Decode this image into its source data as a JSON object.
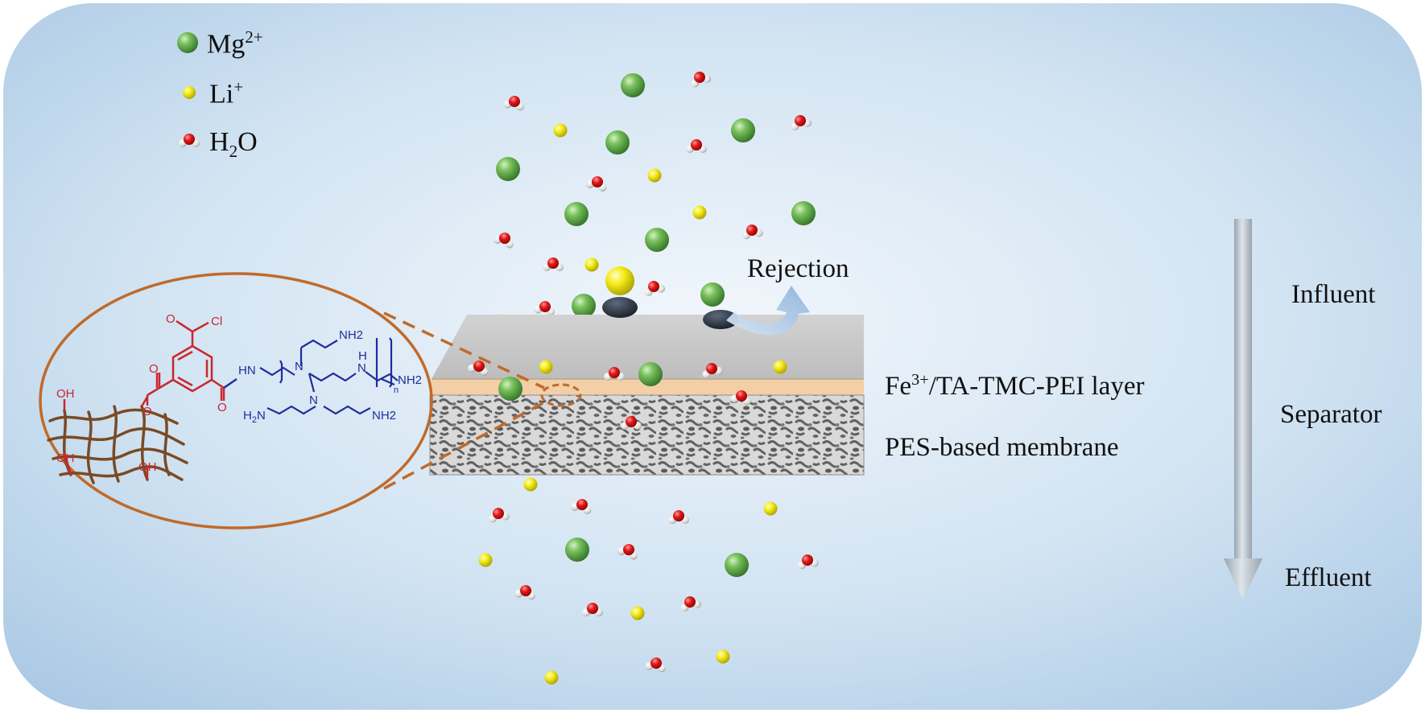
{
  "legend": {
    "mg_base": "Mg",
    "mg_charge": "2+",
    "li_base": "Li",
    "li_charge": "+",
    "h2o_h": "H",
    "h2o_sub": "2",
    "h2o_o": "O"
  },
  "labels": {
    "rejection": "Rejection",
    "top_layer_pre": "Fe",
    "top_layer_charge": "3+",
    "top_layer_post": "/TA-TMC-PEI layer",
    "base_membrane": "PES-based membrane",
    "influent": "Influent",
    "separator": "Separator",
    "effluent": "Effluent"
  },
  "structure_labels": {
    "carbonyl_cl": "Cl",
    "oxygen": "O",
    "amide_nh": "HN",
    "amine_n": "N",
    "amine_h": "H",
    "amine_nh2": "NH2",
    "nh2_sub": "2",
    "repeat_n": "n",
    "hydroxyl": "OH"
  },
  "colors": {
    "background_center": "#eef4fa",
    "background_edge": "#a9c8e4",
    "mg_ion": "#5ea84a",
    "li_ion": "#f3ea12",
    "water_oxygen": "#e01818",
    "membrane_top": "#c4c4c4",
    "membrane_front": "#d3d3d3",
    "selective_layer": "#f2cfa6",
    "magnifier_ellipse": "#c06a2a",
    "tmc_structure": "#c8282e",
    "pei_structure": "#1f2d9c",
    "arrow_gray": "#b9c3cc"
  }
}
